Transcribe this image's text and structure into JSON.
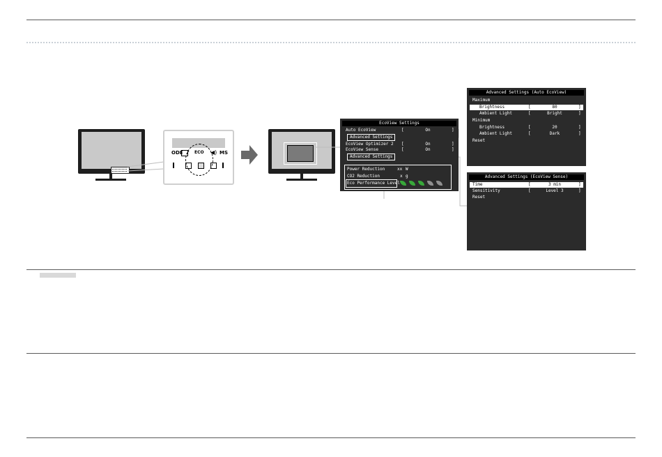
{
  "osd_main": {
    "title": "EcoView Settings",
    "rows": [
      {
        "label": "Auto EcoView",
        "value": "On"
      },
      {
        "label": "EcoView Optimizer 2",
        "value": "On"
      },
      {
        "label": "EcoView Sense",
        "value": "On"
      }
    ],
    "advanced_label_1": "Advanced Settings",
    "advanced_label_2": "Advanced Settings",
    "bracket_open": "[",
    "bracket_close": "]",
    "power_reduction_label": "Power Reduction",
    "power_reduction_value": "xx",
    "power_reduction_unit": "W",
    "co2_label": "CO2 Reduction",
    "co2_value": "x",
    "co2_unit": "g",
    "eco_level_label": "Eco Performance Level",
    "eco_leaves": [
      "#38a83a",
      "#38a83a",
      "#38a83a",
      "#8f8f8f",
      "#8f8f8f"
    ]
  },
  "osd_auto": {
    "title": "Advanced Settings (Auto EcoView)",
    "maximum_label": "Maximum",
    "max_brightness_label": "Brightness",
    "max_brightness_value": "80",
    "max_ambient_label": "Ambient Light",
    "max_ambient_value": "Bright",
    "minimum_label": "Minimum",
    "min_brightness_label": "Brightness",
    "min_brightness_value": "20",
    "min_ambient_label": "Ambient Light",
    "min_ambient_value": "Dark",
    "reset_label": "Reset"
  },
  "osd_sense": {
    "title": "Advanced Settings (EcoView Sense)",
    "time_label": "Time",
    "time_value": "3 min",
    "sensitivity_label": "Sensitivity",
    "sensitivity_value": "Level 3",
    "reset_label": "Reset"
  },
  "button_strip": {
    "partial_left": "ODE",
    "eco_label": "ECO",
    "partial_right": "MS"
  },
  "colors": {
    "osd_bg": "#2b2b2b",
    "leaf_on": "#38a83a",
    "leaf_off": "#8f8f8f",
    "screen_grey": "#c9c9c9"
  }
}
